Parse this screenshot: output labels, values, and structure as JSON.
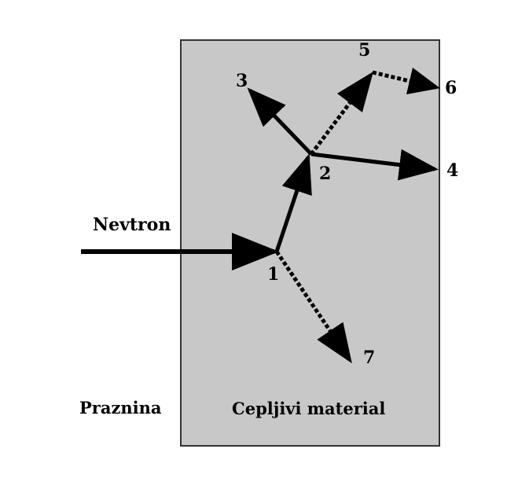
{
  "labels": {
    "neutron": "Nevtron",
    "vacuum": "Praznina",
    "material": "Cepljivi material",
    "points": [
      "1",
      "2",
      "3",
      "4",
      "5",
      "6",
      "7"
    ]
  },
  "colors": {
    "material_fill": "#c8c8c8",
    "stroke": "#000000",
    "background": "#ffffff"
  },
  "legend_semantics": {
    "solid": "solid arrow",
    "dashed": "dashed arrow"
  }
}
